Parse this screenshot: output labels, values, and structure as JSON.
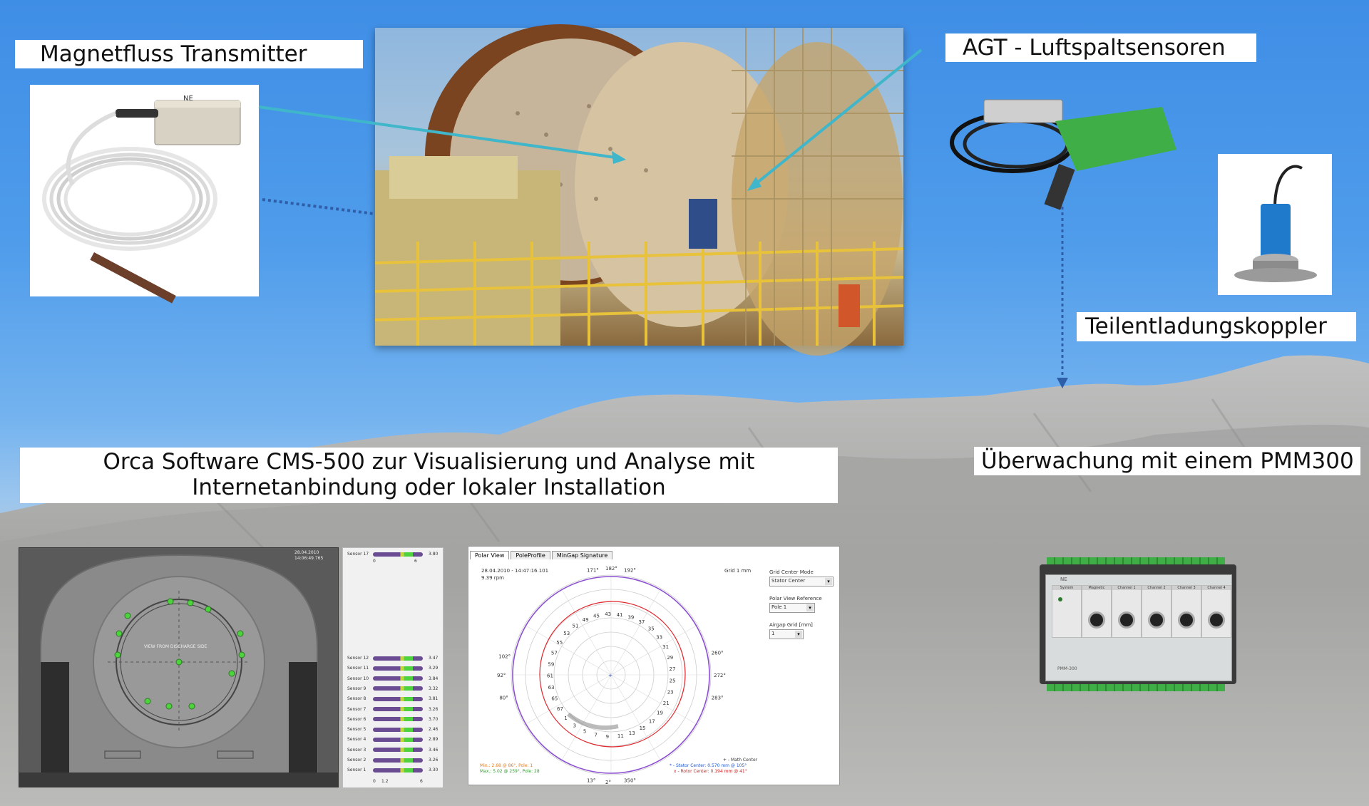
{
  "labels": {
    "magnetfluss": "Magnetfluss Transmitter",
    "agt": "AGT - Luftspaltsensoren",
    "teilentladung": "Teilentladungskoppler",
    "orca_line1": "Orca Software CMS-500 zur Visualisierung und Analyse mit",
    "orca_line2": "Internetanbindung oder lokaler Installation",
    "ueberwachung": "Überwachung mit einem PMM300"
  },
  "rotor_panel": {
    "date": "28.04.2010",
    "time": "14:06:49.765",
    "center_text": "VIEW FROM DISCHARGE SIDE"
  },
  "sensor_panel": {
    "top_sensor": {
      "label": "Sensor 17",
      "value": "3.80",
      "scale": [
        "0",
        "6"
      ]
    },
    "rows": [
      {
        "label": "Sensor 12",
        "value": "3.47"
      },
      {
        "label": "Sensor 11",
        "value": "3.29"
      },
      {
        "label": "Sensor 10",
        "value": "3.84"
      },
      {
        "label": "Sensor 9",
        "value": "3.32"
      },
      {
        "label": "Sensor 8",
        "value": "3.81"
      },
      {
        "label": "Sensor 7",
        "value": "3.26"
      },
      {
        "label": "Sensor 6",
        "value": "3.70"
      },
      {
        "label": "Sensor 5",
        "value": "2.46"
      },
      {
        "label": "Sensor 4",
        "value": "2.89"
      },
      {
        "label": "Sensor 3",
        "value": "3.46"
      },
      {
        "label": "Sensor 2",
        "value": "3.26"
      },
      {
        "label": "Sensor 1",
        "value": "3.30"
      }
    ],
    "bottom_scale": [
      "0",
      "1.2",
      "6"
    ]
  },
  "polar_panel": {
    "tabs": [
      "Polar View",
      "PoleProfile",
      "MinGap Signature"
    ],
    "date": "28.04.2010 - 14:47:16.101",
    "rpm": "9.39 rpm",
    "grid": "Grid 1 mm",
    "grid_center_mode_label": "Grid Center Mode",
    "grid_center_mode_value": "Stator Center",
    "polar_ref_label": "Polar View Reference",
    "polar_ref_value": "Pole 1",
    "airgap_grid_label": "Airgap Grid [mm]",
    "airgap_grid_value": "1",
    "angles": [
      "171°",
      "182°",
      "192°",
      "260°",
      "272°",
      "283°",
      "102°",
      "92°",
      "80°",
      "13°",
      "2°",
      "350°"
    ],
    "pole_numbers": [
      "49",
      "45",
      "43",
      "41",
      "39",
      "37",
      "35",
      "33",
      "31",
      "29",
      "27",
      "25",
      "23",
      "21",
      "19",
      "17",
      "15",
      "13",
      "11",
      "9",
      "7",
      "5",
      "3",
      "1",
      "67",
      "65",
      "63",
      "61",
      "59",
      "57",
      "55",
      "53",
      "51"
    ],
    "legend_math": "+ - Math Center",
    "legend_stator": "* - Stator Center: 0.570 mm @ 105°",
    "legend_rotor": "x - Rotor Center: 0.194 mm @ 41°",
    "min_text": "Min.: 2.68 @ 86°, Pole: 1",
    "max_text": "Max.: 5.02 @ 259°, Pole: 28"
  },
  "pmm300": {
    "channels": [
      "System",
      "Magnetic",
      "Channel 1",
      "Channel 2",
      "Channel 3",
      "Channel 4"
    ],
    "model": "PMM-300"
  },
  "colors": {
    "sky_top": "#3f8ee6",
    "arrow": "#3fb6c9",
    "polar_purple": "#8b4fd1",
    "polar_red": "#e0292f",
    "sensor_green": "#4ed23e"
  }
}
